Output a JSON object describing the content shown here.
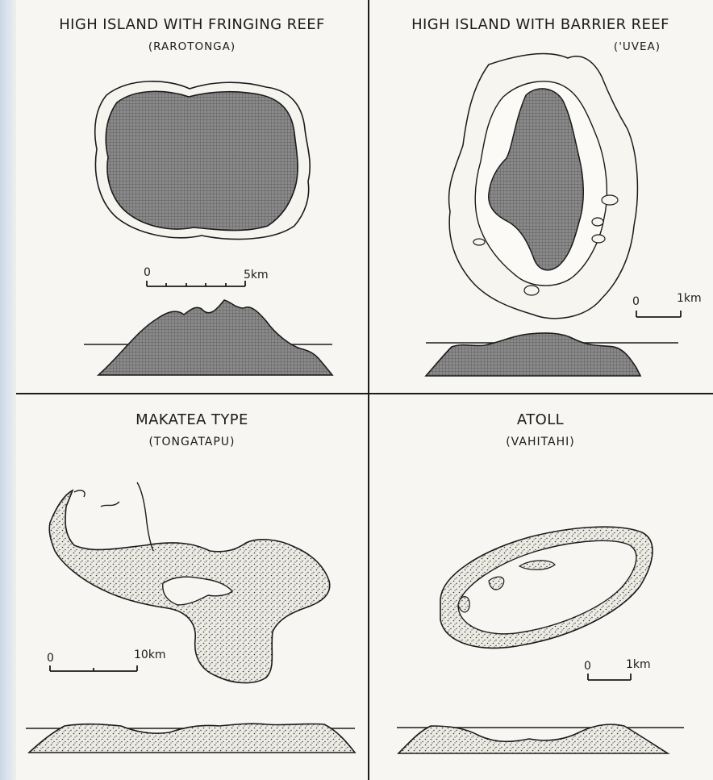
{
  "panels": {
    "fringing": {
      "title": "HIGH ISLAND WITH FRINGING REEF",
      "example": "(RAROTONGA)",
      "scale_zero": "0",
      "scale_end": "5km"
    },
    "barrier": {
      "title": "HIGH ISLAND WITH BARRIER REEF",
      "example": "('UVEA)",
      "scale_zero": "0",
      "scale_end": "1km"
    },
    "makatea": {
      "title": "MAKATEA TYPE",
      "example": "(TONGATAPU)",
      "scale_zero": "0",
      "scale_end": "10km"
    },
    "atoll": {
      "title": "ATOLL",
      "example": "(VAHITAHI)",
      "scale_zero": "0",
      "scale_end": "1km"
    }
  },
  "colors": {
    "ink": "#1b1b1b",
    "volcanic_fill": "#7d7d7d",
    "coral_fill": "#e9e7df",
    "paper": "#f7f6f2"
  }
}
